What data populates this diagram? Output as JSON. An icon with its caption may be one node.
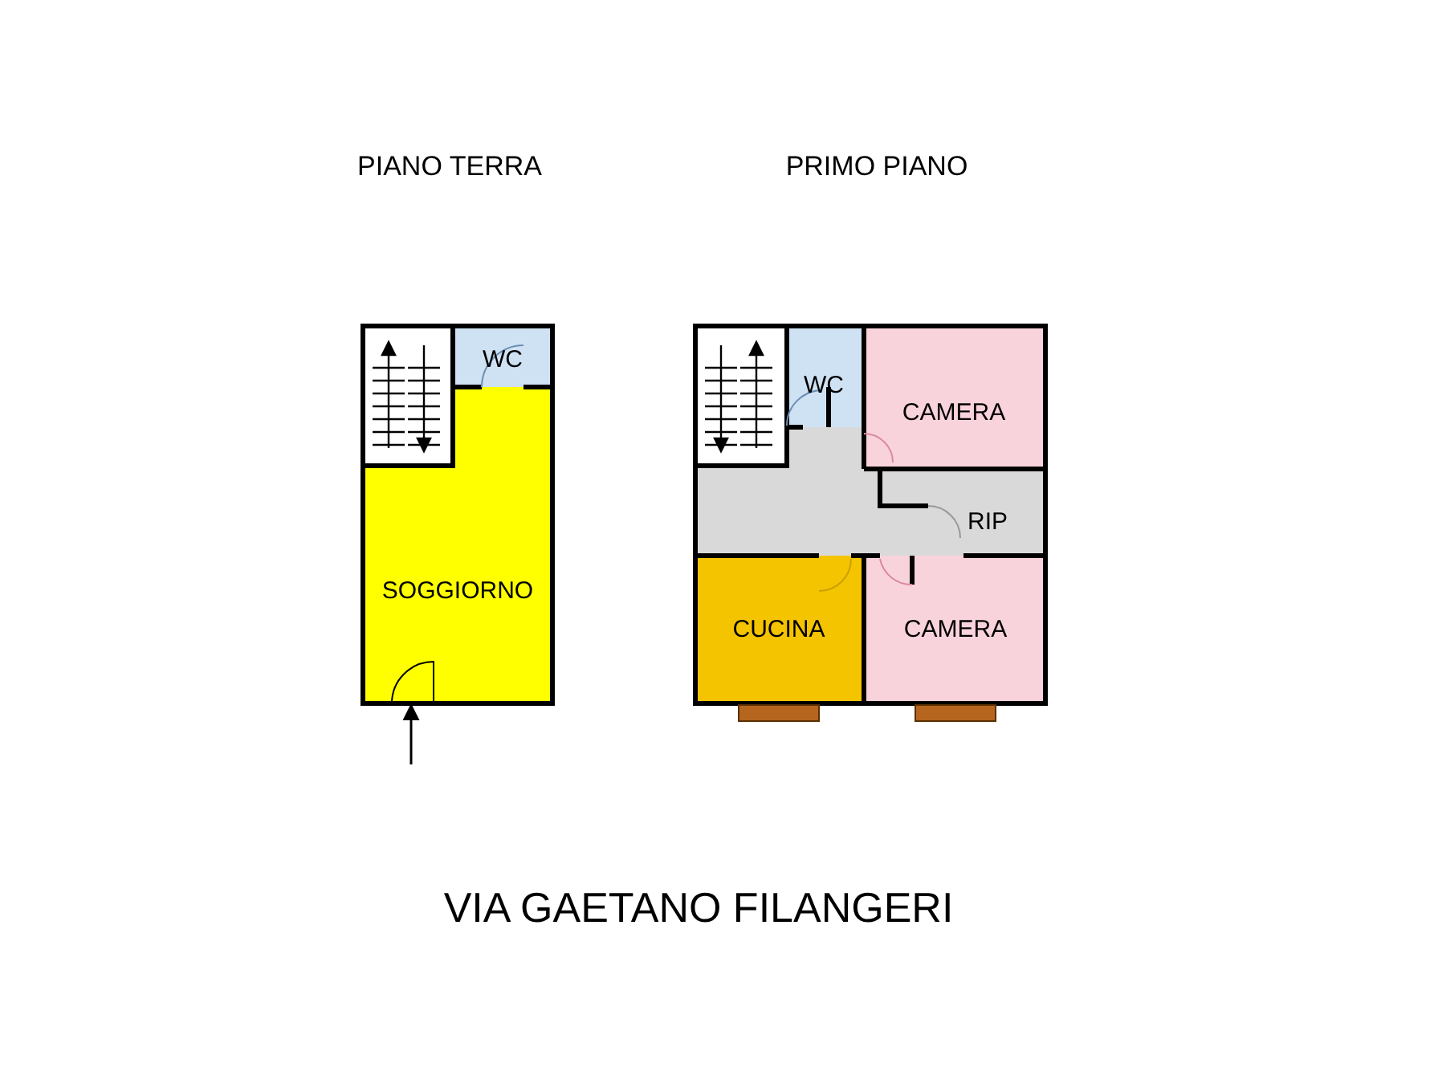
{
  "diagram": {
    "nodes": [
      {
        "text": [
          "WC"
        ]
      },
      {
        "text": [
          "SOGGIORNO"
        ]
      },
      {
        "text": [
          "WC"
        ]
      },
      {
        "text": [
          "CAMERA"
        ]
      },
      {
        "text": [
          "RIP"
        ]
      },
      {
        "text": [
          "CUCINA"
        ]
      },
      {
        "text": [
          "CAMERA"
        ]
      }
    ],
    "edges": [
      {
        "from": null,
        "to": 1,
        "arrow": "to"
      }
    ],
    "labels": [
      "PIANO TERRA",
      "PRIMO PIANO",
      "VIA GAETANO FILANGERI"
    ]
  }
}
